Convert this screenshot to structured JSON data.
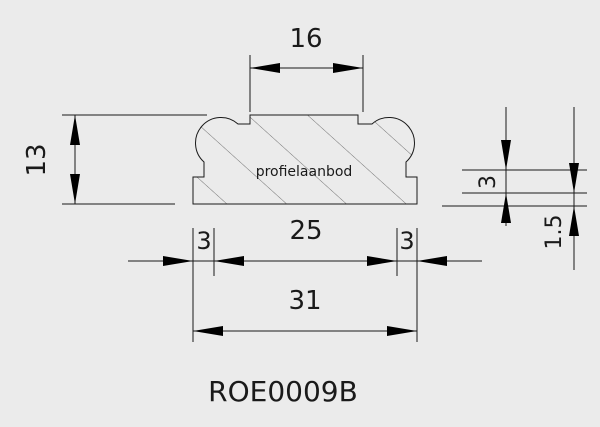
{
  "profile_label": "profielaanbod",
  "product_code": "ROE0009B",
  "dimensions": {
    "top_width": "16",
    "height": "13",
    "body_width": "25",
    "left_edge": "3",
    "right_edge": "3",
    "total_width": "31",
    "step_height": "3",
    "base_height": "1.5"
  },
  "colors": {
    "background": "#ebebeb",
    "line": "#1a1a1a",
    "arrow": "#000000",
    "hatch": "#555555"
  }
}
